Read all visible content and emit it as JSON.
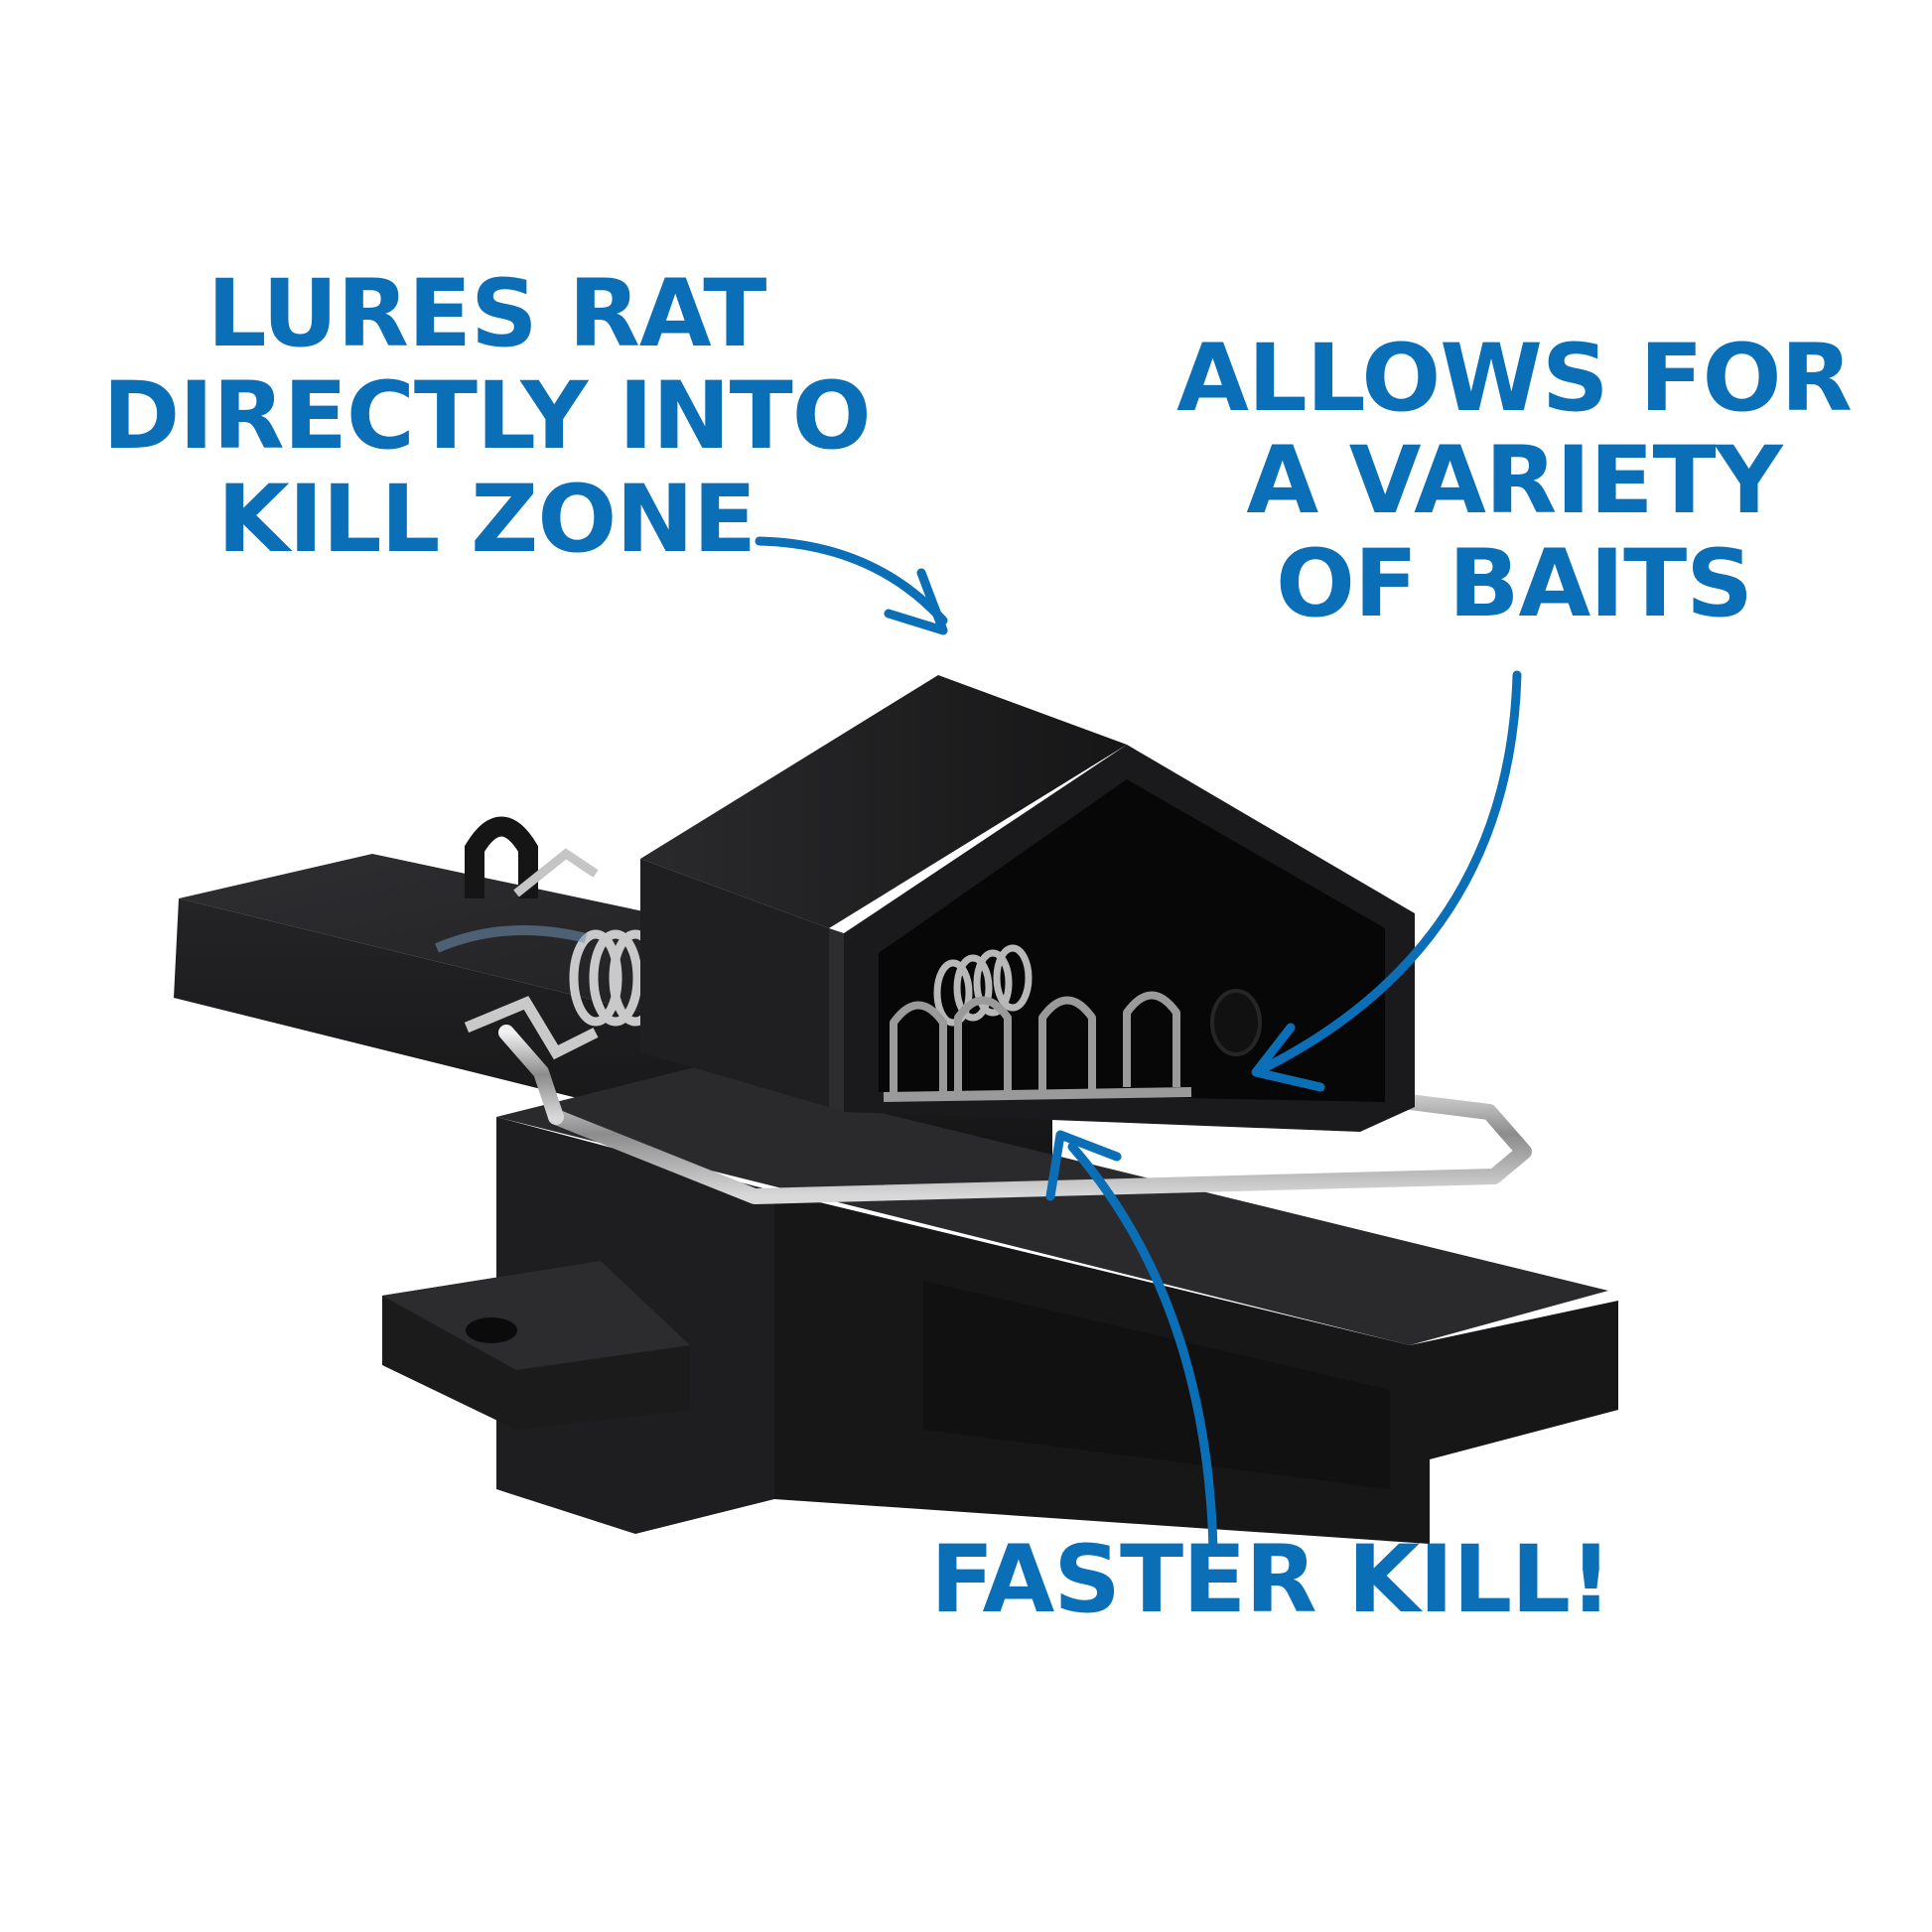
{
  "colors": {
    "accent": "#0a6fb6",
    "background": "#ffffff",
    "product": "#1c1c1e"
  },
  "callouts": {
    "lures": {
      "lines": [
        "LURES RAT",
        "DIRECTLY INTO",
        "KILL ZONE"
      ]
    },
    "allows": {
      "lines": [
        "ALLOWS FOR",
        "A VARIETY",
        "OF BAITS"
      ]
    },
    "faster": {
      "lines": [
        "FASTER KILL!"
      ]
    }
  },
  "product": {
    "name": "rat-trap"
  }
}
